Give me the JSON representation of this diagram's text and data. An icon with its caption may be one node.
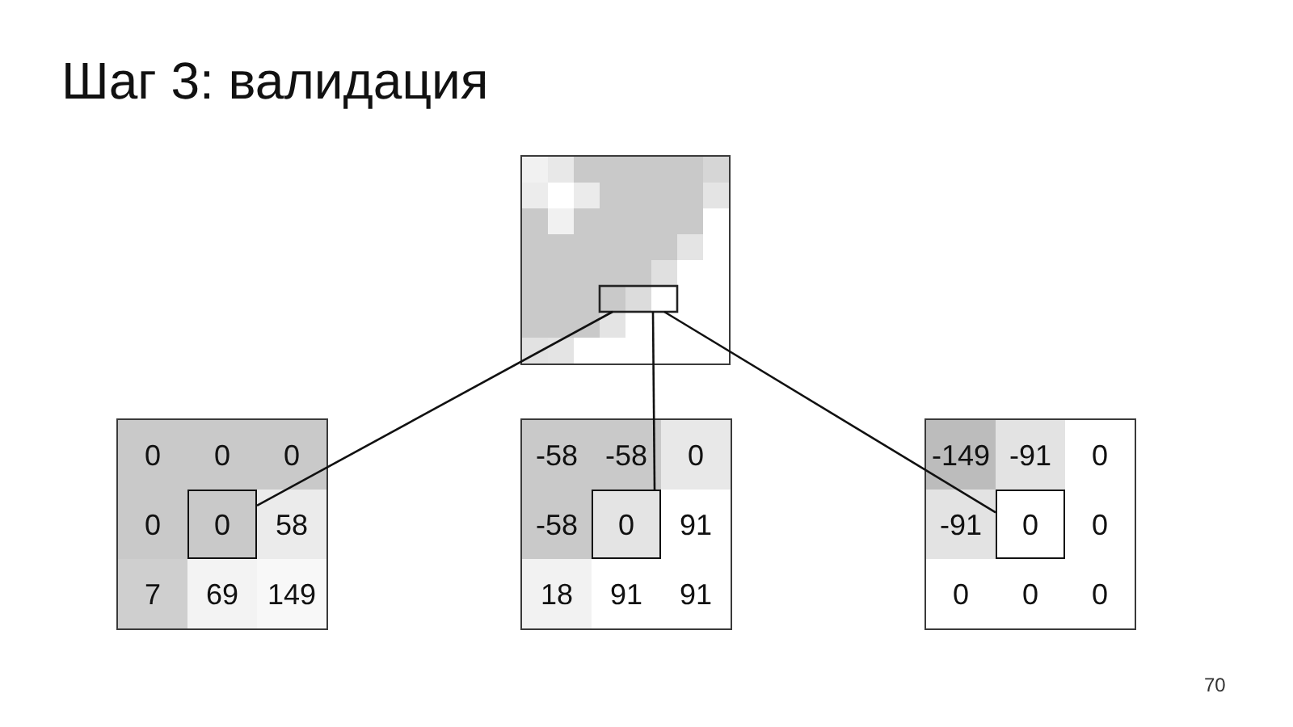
{
  "diagram": {
    "title": "Шаг 3: валидация",
    "nodes": [
      {
        "text": [],
        "shape": "picture"
      },
      {
        "text": [],
        "shape": "box",
        "in": 0
      },
      {
        "text": [
          "0",
          "0",
          "0",
          "0",
          "58",
          "7",
          "69",
          "149"
        ]
      },
      {
        "text": [
          "0"
        ],
        "in": 2
      },
      {
        "text": [
          "-58",
          "-58",
          "0",
          "-58",
          "91",
          "18",
          "91",
          "91"
        ]
      },
      {
        "text": [
          "0"
        ],
        "in": 4
      },
      {
        "text": [
          "-149",
          "-91",
          "0",
          "-91",
          "0",
          "0",
          "0",
          "0"
        ]
      },
      {
        "text": [
          "0"
        ],
        "in": 6
      }
    ],
    "edges": [
      {
        "from": 1,
        "to": 3,
        "arrow": "none"
      },
      {
        "from": 1,
        "to": 5,
        "arrow": "none"
      },
      {
        "from": 1,
        "to": 7,
        "arrow": "none"
      }
    ],
    "labels": [
      "70"
    ]
  }
}
